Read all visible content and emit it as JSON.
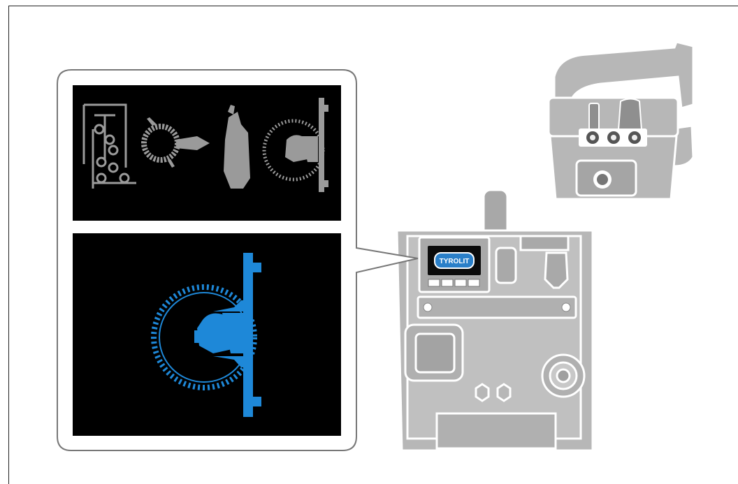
{
  "brand": {
    "logo_text": "TYROLIT"
  },
  "colors": {
    "device_fill": "#b7b7b7",
    "device_dark": "#8f8f8f",
    "device_outline": "#ffffff",
    "panel_bg": "#000000",
    "icon_inactive": "#9a9a9a",
    "icon_active": "#1e88d8",
    "callout_border": "#777777",
    "screen_blue": "#2a7fc8"
  },
  "callout": {
    "top_panel": {
      "icons": [
        {
          "name": "wire-saw-icon",
          "active": false
        },
        {
          "name": "ring-saw-icon",
          "active": false
        },
        {
          "name": "hand-saw-icon",
          "active": false
        },
        {
          "name": "wall-saw-icon",
          "active": false
        }
      ]
    },
    "bottom_panel": {
      "icons": [
        {
          "name": "wall-saw-icon",
          "active": true
        }
      ]
    }
  },
  "control_unit": {
    "display_buttons": [
      "button-1",
      "button-2",
      "button-3",
      "button-4"
    ]
  }
}
